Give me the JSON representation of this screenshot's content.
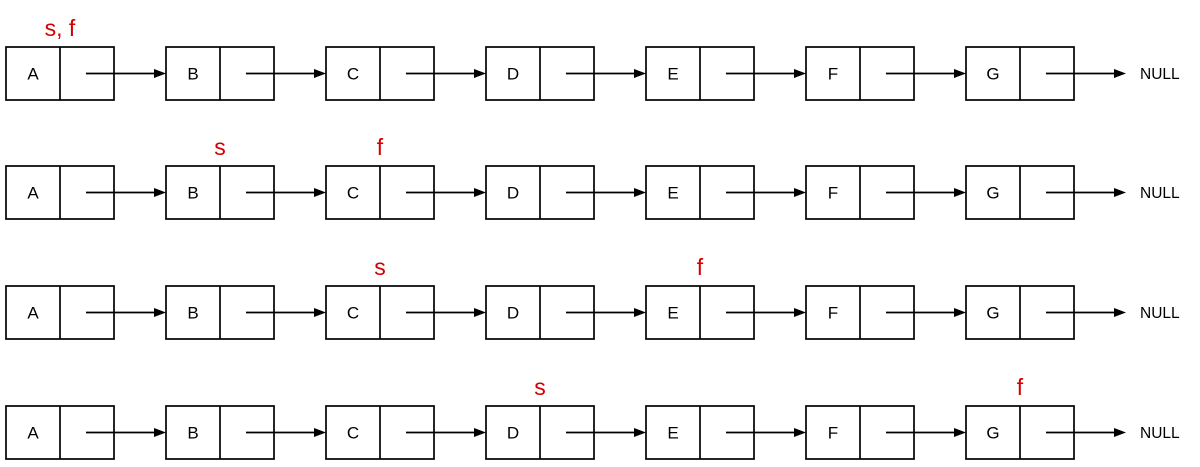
{
  "diagram": {
    "type": "singly-linked-list-two-pointer-steps",
    "node_labels": [
      "A",
      "B",
      "C",
      "D",
      "E",
      "F",
      "G"
    ],
    "terminator_label": "NULL",
    "colors": {
      "pointer_label": "#d40000",
      "line": "#000000",
      "node_fill": "#ffffff"
    },
    "rows": [
      {
        "pointers": [
          {
            "label": "s, f",
            "node": "A"
          }
        ]
      },
      {
        "pointers": [
          {
            "label": "s",
            "node": "B"
          },
          {
            "label": "f",
            "node": "C"
          }
        ]
      },
      {
        "pointers": [
          {
            "label": "s",
            "node": "C"
          },
          {
            "label": "f",
            "node": "E"
          }
        ]
      },
      {
        "pointers": [
          {
            "label": "s",
            "node": "D"
          },
          {
            "label": "f",
            "node": "G"
          }
        ]
      }
    ]
  }
}
